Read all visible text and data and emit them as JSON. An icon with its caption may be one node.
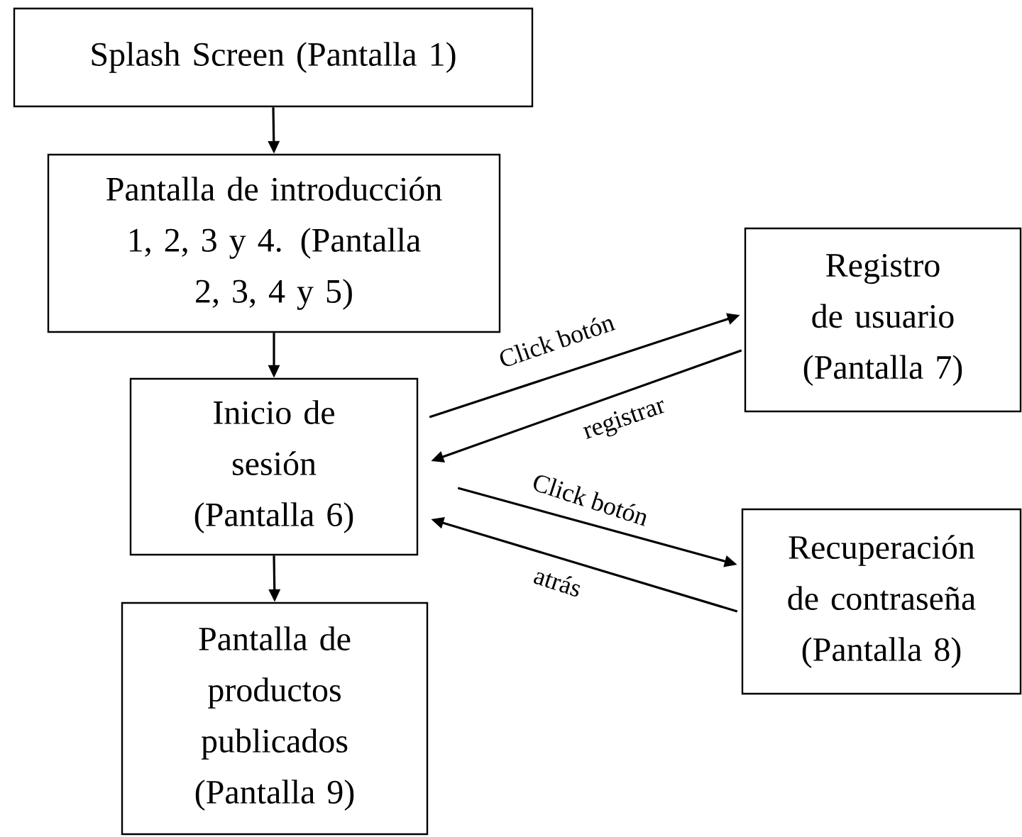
{
  "diagram": {
    "nodes": [
      {
        "text": [
          "Splash Screen (Pantalla 1)"
        ]
      },
      {
        "text": [
          "Pantalla de introducción 1, 2, 3 y 4. (Pantalla 2, 3, 4 y 5)"
        ]
      },
      {
        "text": [
          "Inicio de sesión (Pantalla 6)"
        ]
      },
      {
        "text": [
          "Pantalla de productos publicados (Pantalla 9)"
        ]
      },
      {
        "text": [
          "Registro de usuario (Pantalla 7)"
        ]
      },
      {
        "text": [
          "Recuperación de contraseña (Pantalla 8)"
        ]
      }
    ],
    "edges": [
      {
        "from": 0,
        "to": 1,
        "arrow": "to"
      },
      {
        "from": 1,
        "to": 2,
        "arrow": "to"
      },
      {
        "from": 2,
        "to": 3,
        "arrow": "to"
      },
      {
        "from": 2,
        "to": 4,
        "arrow": "to",
        "label": "Click botón"
      },
      {
        "from": 4,
        "to": 2,
        "arrow": "to",
        "label": "registrar"
      },
      {
        "from": 2,
        "to": 5,
        "arrow": "to",
        "label": "Click botón"
      },
      {
        "from": 5,
        "to": 2,
        "arrow": "to",
        "label": "atrás"
      }
    ]
  }
}
